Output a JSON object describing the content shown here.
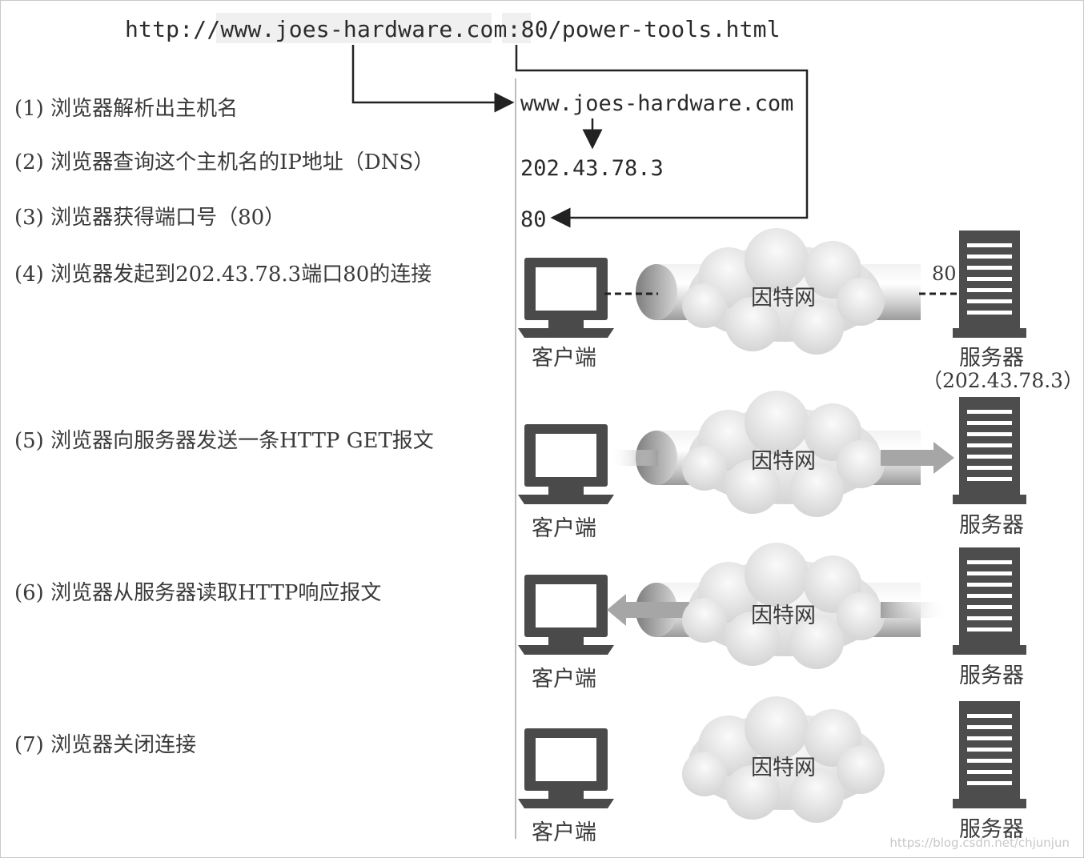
{
  "url": {
    "text": "http://www.joes-hardware.com:80/power-tools.html"
  },
  "steps": [
    {
      "label": "(1) 浏览器解析出主机名"
    },
    {
      "label": "(2) 浏览器查询这个主机名的IP地址（DNS）"
    },
    {
      "label": "(3) 浏览器获得端口号（80）"
    },
    {
      "label": "(4) 浏览器发起到202.43.78.3端口80的连接"
    },
    {
      "label": "(5) 浏览器向服务器发送一条HTTP GET报文"
    },
    {
      "label": "(6) 浏览器从服务器读取HTTP响应报文"
    },
    {
      "label": "(7) 浏览器关闭连接"
    }
  ],
  "resolution": {
    "hostname": "www.joes-hardware.com",
    "ip": "202.43.78.3",
    "port": "80"
  },
  "scenes": [
    {
      "client_label": "客户端",
      "network_label": "因特网",
      "server_label": "服务器",
      "server_ip": "（202.43.78.3）",
      "port_label": "80"
    },
    {
      "client_label": "客户端",
      "network_label": "因特网",
      "server_label": "服务器"
    },
    {
      "client_label": "客户端",
      "network_label": "因特网",
      "server_label": "服务器"
    },
    {
      "client_label": "客户端",
      "network_label": "因特网",
      "server_label": "服务器"
    }
  ],
  "watermark": "https://blog.csdn.net/chjunjun",
  "colors": {
    "pipe": "#d9d9d9",
    "cloud": "#e6e6e6",
    "device": "#4d4d4d",
    "line": "#222222",
    "arrow": "#a9a9a9"
  }
}
